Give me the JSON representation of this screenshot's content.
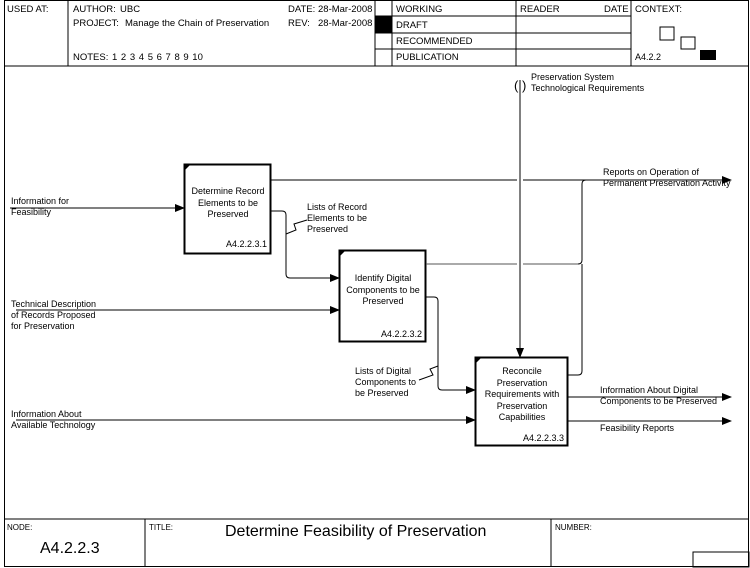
{
  "header": {
    "used_at_label": "USED AT:",
    "author_label": "AUTHOR:",
    "author": "UBC",
    "project_label": "PROJECT:",
    "project": "Manage the Chain of Preservation",
    "notes_label": "NOTES:",
    "notes": "1  2  3  4  5  6  7  8  9  10",
    "date_label": "DATE:",
    "date": "28-Mar-2008",
    "rev_label": "REV:",
    "rev": "28-Mar-2008",
    "status_rows": [
      "WORKING",
      "DRAFT",
      "RECOMMENDED",
      "PUBLICATION"
    ],
    "active_status": "DRAFT",
    "reader_label": "READER",
    "reader_date_label": "DATE",
    "context_label": "CONTEXT:",
    "context_node": "A4.2.2"
  },
  "diagram": {
    "boxes": [
      {
        "id": "box1",
        "label": "Determine Record Elements to be Preserved",
        "lines": [
          "Determine Record",
          "Elements to be",
          "Preserved"
        ],
        "number": "A4.2.2.3.1"
      },
      {
        "id": "box2",
        "label": "Identify Digital Components to be Preserved",
        "lines": [
          "Identify Digital",
          "Components to be",
          "Preserved"
        ],
        "number": "A4.2.2.3.2"
      },
      {
        "id": "box3",
        "label": "Reconcile Preservation Requirements with Preservation Capabilities",
        "lines": [
          "Reconcile",
          "Preservation",
          "Requirements with",
          "Preservation",
          "Capabilities"
        ],
        "number": "A4.2.2.3.3"
      }
    ],
    "arrows": {
      "input_feasibility": [
        "Information for",
        "Feasibility"
      ],
      "input_technical": [
        "Technical Description",
        "of Records Proposed",
        "for Preservation"
      ],
      "input_technology": [
        "Information About",
        "Available Technology"
      ],
      "control_requirements": [
        "Preservation System",
        "Technological Requirements"
      ],
      "lists_record": [
        "Lists of Record",
        "Elements to be",
        "Preserved"
      ],
      "lists_digital": [
        "Lists of Digital",
        "Components to",
        "be Preserved"
      ],
      "output_reports": [
        "Reports on Operation of",
        "Permanent Preservation Activity"
      ],
      "output_info_digital": [
        "Information About Digital",
        "Components to be Preserved"
      ],
      "output_feasibility": [
        "Feasibility Reports"
      ]
    },
    "tunnel_glyph": "( )"
  },
  "footer": {
    "node_label": "NODE:",
    "node": "A4.2.2.3",
    "title_label": "TITLE:",
    "title": "Determine Feasibility of Preservation",
    "number_label": "NUMBER:"
  }
}
